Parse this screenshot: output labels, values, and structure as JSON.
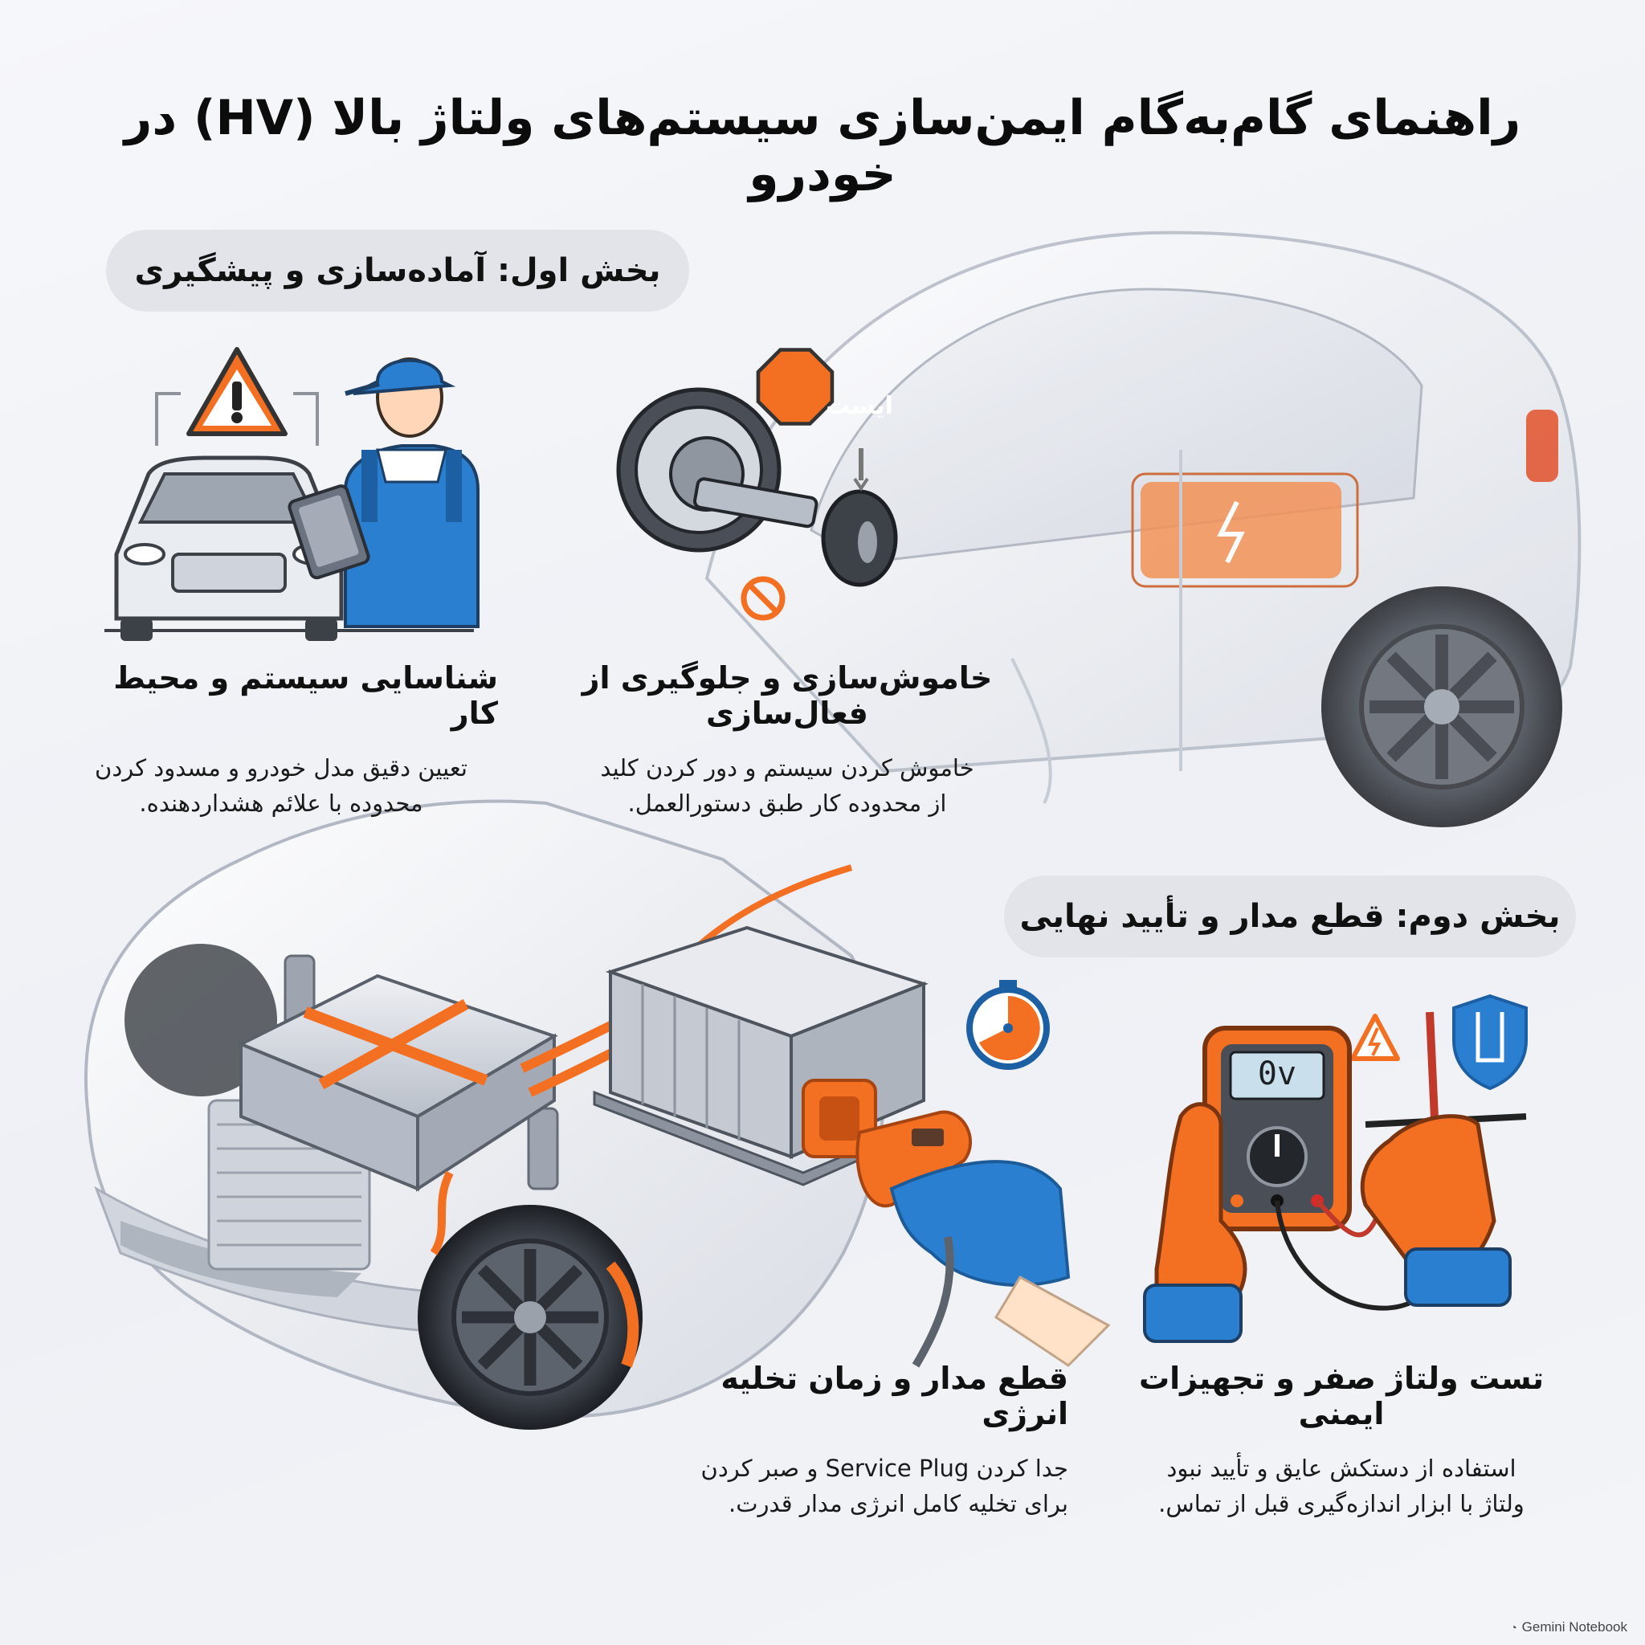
{
  "title": "راهنمای گام‌به‌گام ایمن‌سازی سیستم‌های ولتاژ بالا (HV) در خودرو",
  "sections": [
    {
      "label": "بخش اول: آماده‌سازی و پیشگیری"
    },
    {
      "label": "بخش دوم: قطع مدار و تأیید نهایی"
    }
  ],
  "steps": [
    {
      "title": "شناسایی سیستم و محیط کار",
      "lines": [
        "تعیین دقیق مدل خودرو و مسدود کردن",
        "محدوده با علائم هشداردهنده."
      ]
    },
    {
      "title": "خاموش‌سازی و جلوگیری از فعال‌سازی",
      "lines": [
        "خاموش کردن سیستم و دور کردن کلید",
        "از محدوده کار طبق دستورالعمل."
      ]
    },
    {
      "title": "قطع مدار و زمان تخلیه انرژی",
      "lines": [
        "جدا کردن Service Plug و صبر کردن",
        "برای تخلیه کامل انرژی مدار قدرت."
      ]
    },
    {
      "title": "تست ولتاژ صفر و تجهیزات ایمنی",
      "lines": [
        "استفاده از دستکش عایق و تأیید نبود",
        "ولتاژ با ابزار اندازه‌گیری قبل از تماس."
      ]
    }
  ],
  "illustration": {
    "stop_sign_text": "ایست",
    "multimeter_reading": "0v",
    "icons": [
      "warning-icon",
      "mechanic-icon",
      "tablet-icon",
      "car-front-icon",
      "ignition-key-icon",
      "stop-sign-icon",
      "no-symbol-icon",
      "stopwatch-icon",
      "high-voltage-warning-icon",
      "insulated-glove-shield-icon",
      "multimeter-icon",
      "battery-pack-icon",
      "service-plug-icon"
    ]
  },
  "colors": {
    "accent_orange": "#f36f21",
    "accent_blue": "#2a7fd0",
    "pill_bg": "#e2e4ea",
    "car_body": "#dfe3ea"
  },
  "footer": {
    "brand": "Gemini Notebook"
  }
}
